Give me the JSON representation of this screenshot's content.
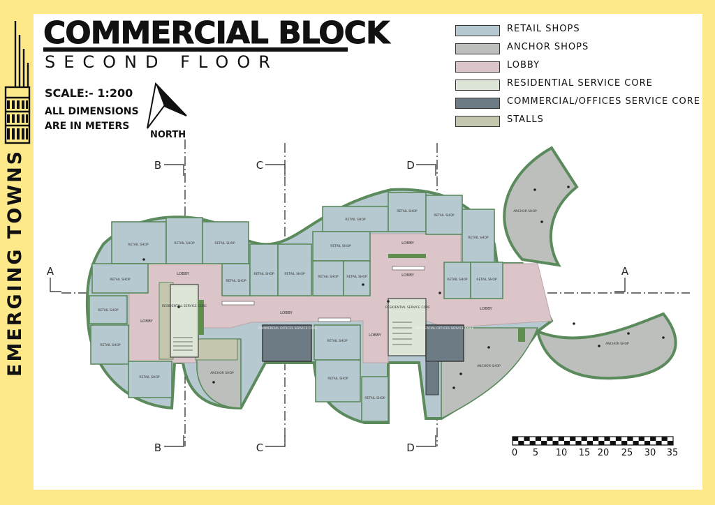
{
  "brand": {
    "vertical_title": "EMERGING TOWNS"
  },
  "header": {
    "title": "COMMERCIAL BLOCK",
    "subtitle": "SECOND FLOOR"
  },
  "notes": {
    "scale": "SCALE:- 1:200",
    "dimensions_line1": "ALL DIMENSIONS",
    "dimensions_line2": "ARE IN METERS",
    "north": "NORTH"
  },
  "legend": [
    {
      "label": "RETAIL SHOPS",
      "color": "#b7c9d0"
    },
    {
      "label": "ANCHOR SHOPS",
      "color": "#bdbfbd"
    },
    {
      "label": "LOBBY",
      "color": "#dbc5c9"
    },
    {
      "label": "RESIDENTIAL SERVICE CORE",
      "color": "#dde6d6"
    },
    {
      "label": "COMMERCIAL/OFFICES SERVICE CORE",
      "color": "#6c7b84"
    },
    {
      "label": "STALLS",
      "color": "#c4c7ae"
    }
  ],
  "sections": {
    "a": "A",
    "b": "B",
    "c": "C",
    "d": "D"
  },
  "plan_labels": {
    "retail_shop": "RETAIL SHOP",
    "anchor_shop": "ANCHOR SHOP",
    "lobby": "LOBBY",
    "residential_core": "RESIDENTIAL SERVICE CORE",
    "commercial_core": "COMMERCIAL OFFICES SERVICE CORE"
  },
  "scale_bar": {
    "ticks": [
      "0",
      "5",
      "10",
      "15",
      "20",
      "25",
      "30",
      "35"
    ]
  },
  "colors": {
    "retail": "#b7c9d0",
    "anchor": "#bdbfbd",
    "lobby": "#dbc5c9",
    "residential_core": "#dde6d6",
    "commercial_core": "#6c7b84",
    "stalls": "#c4c7ae",
    "wall": "#5b8a5c"
  }
}
